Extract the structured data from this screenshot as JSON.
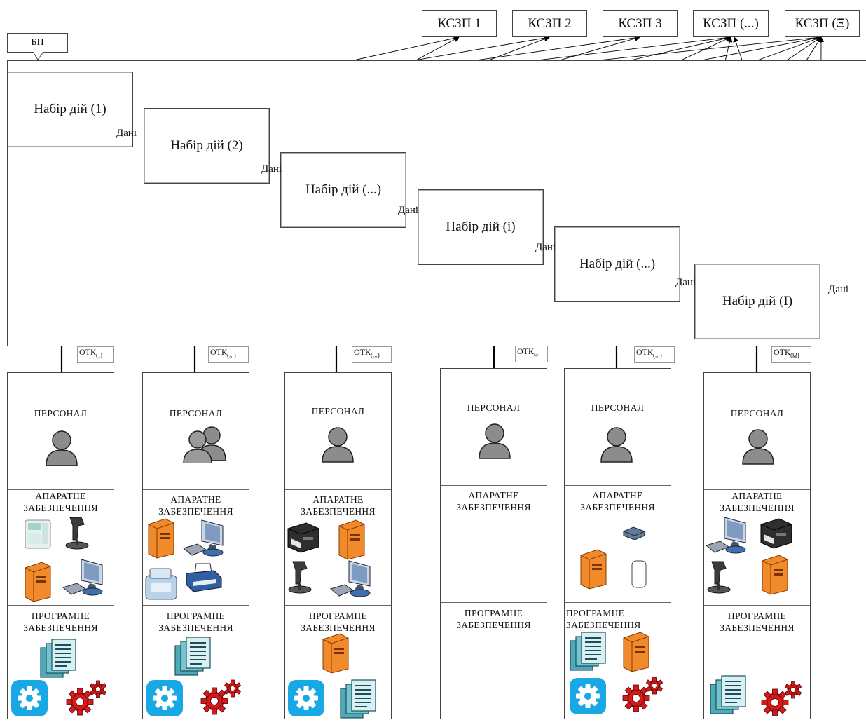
{
  "bp_label": "БП",
  "kszp": [
    "КСЗП 1",
    "КСЗП 2",
    "КСЗП 3",
    "КСЗП (...)",
    "КСЗП (Ξ)"
  ],
  "actions": [
    "Набір дій (1)",
    "Набір дій (2)",
    "Набір дій (...)",
    "Набір дій (i)",
    "Набір дій (...)",
    "Набір дій (I)"
  ],
  "data_labels": [
    "Дані",
    "Дані",
    "Дані",
    "Дані",
    "Дані",
    "Дані"
  ],
  "otk_prefix": "ОТК",
  "otk_subs": [
    "(I)",
    "(...)",
    "(...)",
    "ω",
    "(...)",
    "(Ω)"
  ],
  "section_titles": {
    "personnel": "ПЕРСОНАЛ",
    "hardware": "АПАРАТНЕ\nЗАБЕЗПЕЧЕННЯ",
    "software": "ПРОГРАМНЕ\nЗАБЕЗПЕЧЕННЯ"
  },
  "columns": [
    {
      "personnel": "single-person-icon",
      "hardware": [
        "analyzer-icon",
        "barcode-scanner-icon",
        "server-icon",
        "workstation-icon"
      ],
      "software": [
        "documents-icon",
        "settings-app-icon",
        "gears-icon"
      ]
    },
    {
      "personnel": "group-people-icon",
      "hardware": [
        "server-icon",
        "workstation-icon",
        "ultrasound-device-icon",
        "printer-icon"
      ],
      "software": [
        "documents-icon",
        "settings-app-icon",
        "gears-icon"
      ]
    },
    {
      "personnel": "single-person-icon",
      "hardware": [
        "label-printer-icon",
        "server-icon",
        "barcode-scanner-icon",
        "workstation-icon"
      ],
      "software": [
        "server-icon",
        "settings-app-icon",
        "documents-icon"
      ]
    },
    {
      "personnel": "single-person-icon",
      "hardware": [],
      "software": []
    },
    {
      "personnel": "single-person-icon",
      "hardware": [
        "modem-icon",
        "server-icon",
        "usb-drive-icon"
      ],
      "software": [
        "documents-icon",
        "server-icon",
        "settings-app-icon",
        "gears-icon"
      ]
    },
    {
      "personnel": "single-person-icon",
      "hardware": [
        "workstation-icon",
        "label-printer-icon",
        "barcode-scanner-icon",
        "server-icon"
      ],
      "software": [
        "documents-icon",
        "gears-icon"
      ]
    }
  ],
  "colors": {
    "server": "#e0701c",
    "gear": "#d41a1a",
    "settings_bg": "#19a8e6",
    "person": "#8c8c8c"
  }
}
